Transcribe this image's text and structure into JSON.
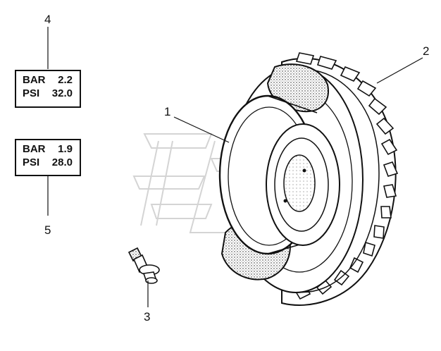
{
  "callouts": {
    "rim": "1",
    "tire": "2",
    "valve": "3",
    "label_front": "4",
    "label_rear": "5"
  },
  "pressure_labels": [
    {
      "bar_label": "BAR",
      "bar_value": "2.2",
      "psi_label": "PSI",
      "psi_value": "32.0"
    },
    {
      "bar_label": "BAR",
      "bar_value": "1.9",
      "psi_label": "PSI",
      "psi_value": "28.0"
    }
  ],
  "colors": {
    "ink": "#111111",
    "watermark": "#d9d9d9",
    "background": "#ffffff"
  }
}
